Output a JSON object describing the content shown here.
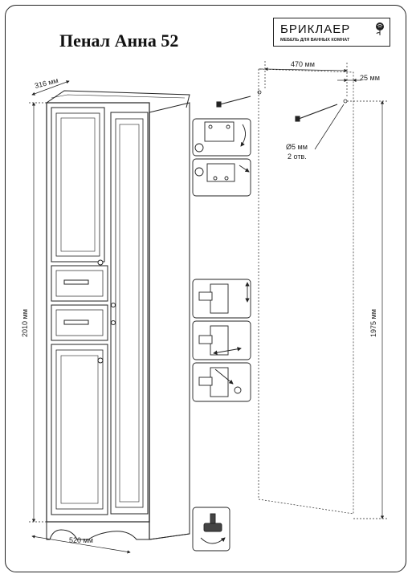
{
  "document": {
    "title": "Пенал Анна 52",
    "brand": {
      "name": "БРИКЛАЕР",
      "tagline": "МЕБЕЛЬ ДЛЯ ВАННЫХ КОМНАТ",
      "logo_icon": "rose-icon"
    }
  },
  "dimensions": {
    "depth": "316 мм",
    "height": "2010 мм",
    "width": "520 мм",
    "wall_hole_spacing": "470 мм",
    "wall_edge_offset": "25 мм",
    "wall_height": "1975 мм",
    "hole_diameter": "Ø5 мм",
    "hole_count": "2 отв."
  },
  "colors": {
    "line": "#222222",
    "paper": "#ffffff"
  },
  "icons": [
    "wall-bolt-icon",
    "hinge-detail-icon",
    "adjustable-foot-icon",
    "rotate-arrow-icon"
  ]
}
